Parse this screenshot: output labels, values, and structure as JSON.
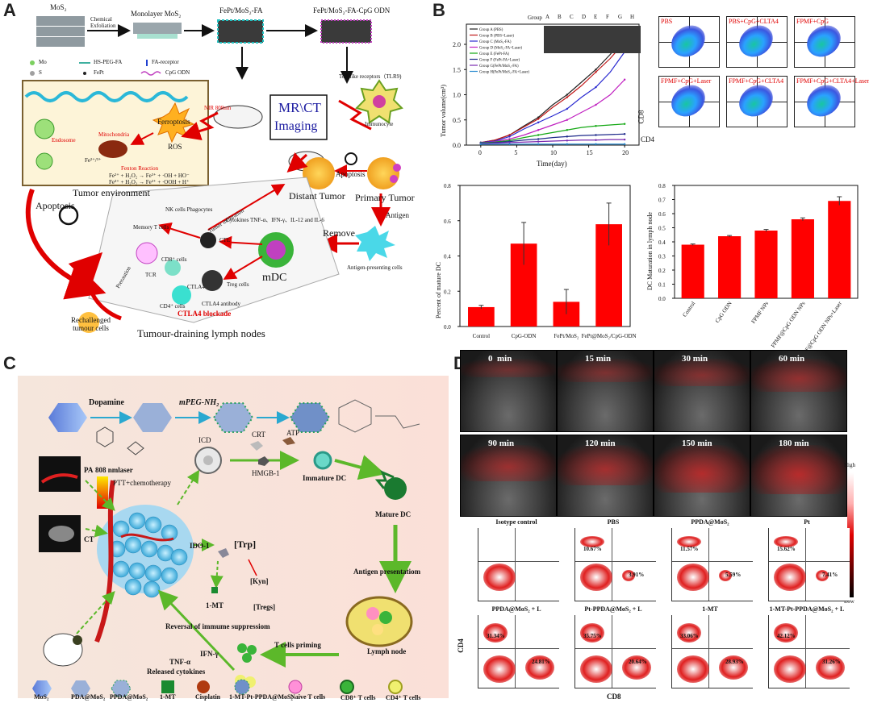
{
  "panel_labels": {
    "a": "A",
    "b": "B",
    "c": "C",
    "d": "D"
  },
  "panel_a": {
    "mos2": "MoS₂",
    "exfoliation": "Chemical\nExfoliation",
    "monolayer": "Monolayer MoS₂",
    "fept_mos2_fa": "FePt/MoS₂-FA",
    "fept_mos2_fa_cpg": "FePt/MoS₂-FA-CpG ODN",
    "legend": {
      "mo": "Mo",
      "s": "S",
      "hs_peg_fa": "HS-PEG-FA",
      "fept": "FePt",
      "fa_receptor": "FA-receptor",
      "cpg": "CpG ODN"
    },
    "imaging_line1": "MR\\CT",
    "imaging_line2": "Imaging",
    "nir": "NIR 808nm",
    "tlr9": "Toll-like receptors（TLR9)",
    "immunocyte": "Immunocyte",
    "ferroptosis": "Ferroptosis",
    "ros": "ROS",
    "mitochondria": "Mitochondria",
    "endosome": "Endosome",
    "fenton": "Fenton Reaction",
    "fe": "Fe²⁺/³⁺",
    "reaction1": "Fe²⁺ + H₂O₂ → Fe³⁺ + ·OH + HO⁻",
    "reaction2": "Fe³⁺ + H₂O₂ → Fe²⁺ + ·OOH + H⁺",
    "tumor_env": "Tumor environment",
    "apoptosis_left": "Apoptosis",
    "distant_tumor": "Distant Tumor",
    "apoptosis_mid": "Apoptosis",
    "primary_tumor": "Primary Tumor",
    "antigen": "Antigen",
    "apc": "Antigen-presenting cells",
    "remove": "Remove",
    "mdc": "mDC",
    "tumor_infiltration": "Tumor infiltration",
    "nk": "NK cells Phagocytes",
    "cytokines": "Cytokines TNF-α、IFN-γ、IL-12 and IL-6",
    "memory": "Memory T cells",
    "ctl": "CTL",
    "cd8": "CD8⁺ cells",
    "tcr": "TCR",
    "ctla4": "CTLA4",
    "treg": "Treg cells",
    "cd4": "CD4⁺ cells",
    "ctla4_antibody": "CTLA4 antibody",
    "ctla4_blockade": "CTLA4 blockade",
    "precaution": "Precaution",
    "rechallenged": "Rechallenged\ntumour cells",
    "lymph": "Tumour-draining lymph nodes"
  },
  "panel_b": {
    "group_header": "Group",
    "group_letters": [
      "A",
      "B",
      "C",
      "D",
      "E",
      "F",
      "G",
      "H"
    ],
    "flow_titles": [
      "PBS",
      "PBS+CpG+CLTA4",
      "FPMF+CpG",
      "FPMF+CpG+Laser",
      "FPMF+CpG+CLTA4",
      "FPMF+CpG+CLTA4+Laser"
    ],
    "flow_x": "CD4",
    "flow_y": "CD8",
    "colors": {
      "bar": "#ff0000",
      "text_red": "#e00000"
    }
  },
  "panel_c": {
    "dopamine": "Dopamine",
    "mpeg": "mPEG-NH₂",
    "laser": "808 nmlaser",
    "ptt": "PTT+chemotherapy",
    "icd": "ICD",
    "crt": "CRT",
    "atp": "ATP",
    "hmgb": "HMGB-1",
    "immature": "Immature DC",
    "mature": "Mature DC",
    "pa": "PA",
    "ct": "CT",
    "ido": "IDO-1",
    "trp": "[Trp]",
    "kyn": "[Kyn]",
    "tregs": "[Tregs]",
    "mt": "1-MT",
    "antigen_pres": "Antigen presentatiom",
    "reversal": "Reversal of immume suppressiom",
    "tnf": "TNF-α",
    "ifn": "IFN-γ",
    "released": "Released cytokines",
    "priming": "T cells priming",
    "lymph": "Lymph node",
    "legend": [
      "MoS₂",
      "PDA@MoS₂",
      "PPDA@MoS₂",
      "1-MT",
      "Cisplatin",
      "1-MT-Pt-PPDA@MoS₂",
      "Naive T cells",
      "CD8⁺ T cells",
      "CD4⁺ T cells"
    ]
  },
  "panel_d": {
    "us_times": [
      "0  min",
      "15 min",
      "30 min",
      "60 min",
      "90 min",
      "120 min",
      "150 min",
      "180 min"
    ],
    "scale_high": "High",
    "scale_low": "Low",
    "flow_groups": [
      {
        "title": "Isotype control",
        "q1": "",
        "q4": ""
      },
      {
        "title": "PBS",
        "q1": "10.67%",
        "q4": "3.91%"
      },
      {
        "title": "PPDA@MoS₂",
        "q1": "11.57%",
        "q4": "5.59%"
      },
      {
        "title": "Pt",
        "q1": "15.62%",
        "q4": "7.41%"
      },
      {
        "title": "PPDA@MoS₂ + L",
        "q1": "31.34%",
        "q4": "24.81%"
      },
      {
        "title": "Pt-PPDA@MoS₂ + L",
        "q1": "35.75%",
        "q4": "20.64%"
      },
      {
        "title": "1-MT",
        "q1": "33.06%",
        "q4": "28.93%"
      },
      {
        "title": "1-MT-Pt-PPDA@MoS₂ + L",
        "q1": "42.12%",
        "q4": "31.26%"
      }
    ],
    "axis_y": "CD4",
    "axis_x": "CD8"
  },
  "chart_data": [
    {
      "type": "line",
      "xlabel": "Time(day)",
      "ylabel": "Tumor volume(cm³)",
      "xlim": [
        -2,
        22
      ],
      "ylim": [
        0,
        2.4
      ],
      "xticks": [
        0,
        5,
        10,
        15,
        20
      ],
      "yticks": [
        0.0,
        0.5,
        1.0,
        1.5,
        2.0
      ],
      "x": [
        0,
        2,
        4,
        6,
        8,
        10,
        12,
        14,
        16,
        18,
        20
      ],
      "series": [
        {
          "name": "Group A (PBS)",
          "color": "#222222",
          "values": [
            0.05,
            0.1,
            0.2,
            0.38,
            0.55,
            0.8,
            1.0,
            1.25,
            1.5,
            1.8,
            2.15
          ]
        },
        {
          "name": "Group B (PBS+Laser)",
          "color": "#c01818",
          "values": [
            0.05,
            0.1,
            0.2,
            0.36,
            0.52,
            0.75,
            0.95,
            1.18,
            1.45,
            1.72,
            2.05
          ]
        },
        {
          "name": "Group C (MoS₂-FA)",
          "color": "#2a2ad0",
          "values": [
            0.05,
            0.08,
            0.17,
            0.32,
            0.45,
            0.58,
            0.72,
            0.95,
            1.15,
            1.45,
            1.85
          ]
        },
        {
          "name": "Group D (MoS₂-FA+Laser)",
          "color": "#c020c0",
          "values": [
            0.04,
            0.07,
            0.12,
            0.2,
            0.3,
            0.4,
            0.5,
            0.65,
            0.8,
            1.0,
            1.3
          ]
        },
        {
          "name": "Group E (FePt-FA)",
          "color": "#14a814",
          "values": [
            0.04,
            0.06,
            0.09,
            0.15,
            0.2,
            0.25,
            0.3,
            0.35,
            0.38,
            0.4,
            0.42
          ]
        },
        {
          "name": "Group F (FePt-FA+Laser)",
          "color": "#1e2a8a",
          "values": [
            0.03,
            0.05,
            0.07,
            0.1,
            0.12,
            0.15,
            0.17,
            0.19,
            0.2,
            0.21,
            0.22
          ]
        },
        {
          "name": "Group G(FePt/MoS₂-FA)",
          "color": "#7a2ab0",
          "values": [
            0.03,
            0.04,
            0.05,
            0.06,
            0.07,
            0.08,
            0.09,
            0.1,
            0.1,
            0.11,
            0.11
          ]
        },
        {
          "name": "Group H(FePt/MoS₂-FA+Laser)",
          "color": "#2a8ad0",
          "values": [
            0.02,
            0.02,
            0.02,
            0.02,
            0.02,
            0.02,
            0.02,
            0.02,
            0.02,
            0.02,
            0.02
          ]
        }
      ]
    },
    {
      "type": "bar",
      "categories": [
        "Control",
        "CpG-ODN",
        "FePt/MoS₂",
        "FePt@MoS₂/CpG-ODN"
      ],
      "values": [
        0.11,
        0.47,
        0.14,
        0.58
      ],
      "errors": [
        0.01,
        0.12,
        0.07,
        0.12
      ],
      "ylabel": "Percent of mature DC",
      "ylim": [
        0,
        0.8
      ],
      "yticks": [
        0.0,
        0.2,
        0.4,
        0.6,
        0.8
      ]
    },
    {
      "type": "bar",
      "categories": [
        "Control",
        "CpG ODN",
        "FPMF NPs",
        "FPMF@CpG ODN NPs",
        "FPMF@CpG ODN NPs+Laser"
      ],
      "values": [
        0.38,
        0.44,
        0.48,
        0.56,
        0.69
      ],
      "errors": [
        0.005,
        0.005,
        0.008,
        0.01,
        0.03
      ],
      "ylabel": "DC Maturation in lymph node",
      "ylim": [
        0,
        0.8
      ],
      "yticks": [
        0.0,
        0.1,
        0.2,
        0.3,
        0.4,
        0.5,
        0.6,
        0.7,
        0.8
      ]
    }
  ]
}
